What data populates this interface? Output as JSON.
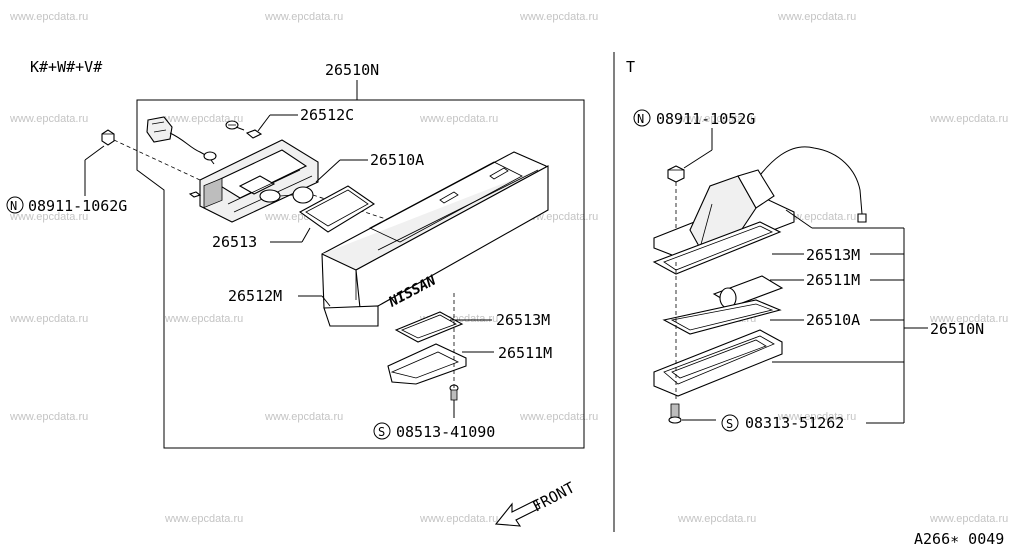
{
  "watermark_text": "www.epcdata.ru",
  "left_panel": {
    "variant_label": "K#+W#+V#",
    "assembly_part": "26510N",
    "parts": {
      "p_26512C": "26512C",
      "p_26510A": "26510A",
      "p_26513": "26513",
      "p_26512M": "26512M",
      "p_26513M": "26513M",
      "p_26511M": "26511M"
    },
    "nut_symbol": "N",
    "nut_part": "08911-1062G",
    "screw_symbol": "S",
    "screw_part": "08513-41090",
    "lens_text": "NISSAN",
    "direction_label": "FRONT"
  },
  "right_panel": {
    "variant_label": "T",
    "nut_symbol": "N",
    "nut_part": "08911-1052G",
    "parts": {
      "p_26513M": "26513M",
      "p_26511M": "26511M",
      "p_26510A": "26510A"
    },
    "assembly_part": "26510N",
    "screw_symbol": "S",
    "screw_part": "08313-51262"
  },
  "diagram_code": "A266∗ 0049"
}
